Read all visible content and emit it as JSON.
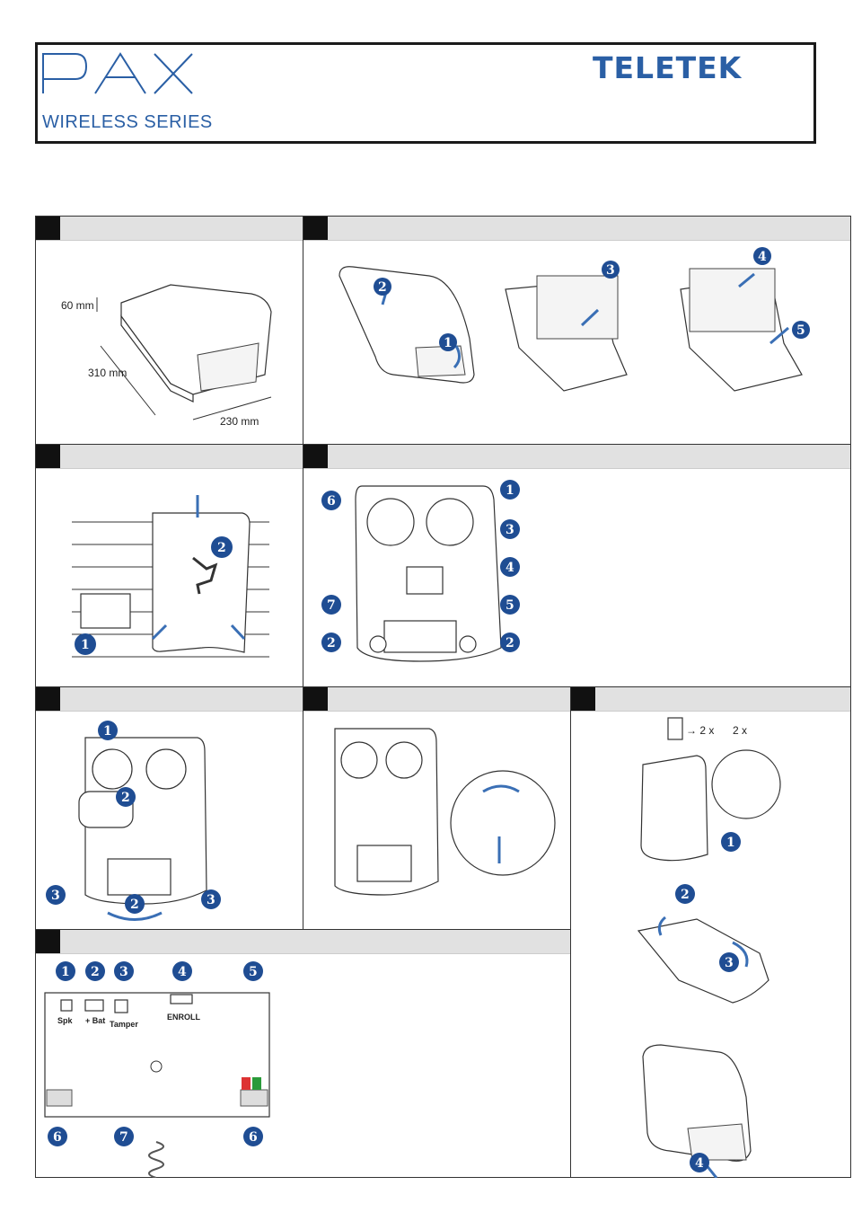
{
  "header": {
    "logo_text": "PAX",
    "series": "WIRELESS SERIES",
    "brand": "TELETEK"
  },
  "dimensions": {
    "height": "60 mm",
    "length": "310 mm",
    "width": "230 mm"
  },
  "step_numbers": [
    "1",
    "2",
    "3",
    "4",
    "5",
    "6",
    "7"
  ],
  "pcb": {
    "spk": "Spk",
    "bat": "+ Bat",
    "tamper": "Tamper",
    "enroll": "ENROLL"
  },
  "accessories": {
    "arrow_text": "→ 2 x",
    "screws": "2 x"
  },
  "colors": {
    "accent": "#1f4d93",
    "brand": "#2a5fa5",
    "bar": "#e1e1e1"
  }
}
